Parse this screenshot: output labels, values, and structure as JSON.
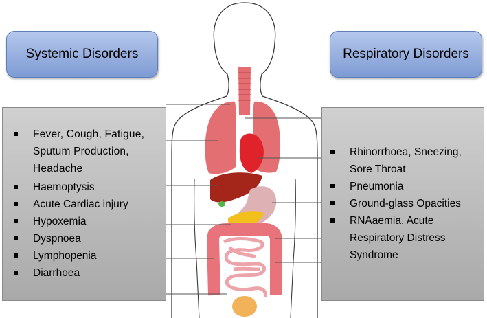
{
  "systemic": {
    "title": "Systemic Disorders",
    "items": [
      "Fever, Cough, Fatigue, Sputum Production, Headache",
      "Haemoptysis",
      "Acute Cardiac injury",
      "Hypoxemia",
      "Dyspnoea",
      "Lymphopenia",
      "Diarrhoea"
    ]
  },
  "respiratory": {
    "title": "Respiratory Disorders",
    "items": [
      "Rhinorrhoea, Sneezing, Sore Throat",
      "Pneumonia",
      "Ground-glass Opacities",
      "RNAaemia, Acute Respiratory Distress Syndrome"
    ]
  },
  "colors": {
    "header_fill": "#8fa9dc",
    "panel_fill": "#c2c2c2",
    "lung": "#e56f72",
    "heart": "#e0232b",
    "liver": "#a8281d",
    "stomach": "#ddb0b3",
    "pancreas": "#f2c01d",
    "intestine": "#e9747c",
    "bladder": "#f2b45a"
  }
}
